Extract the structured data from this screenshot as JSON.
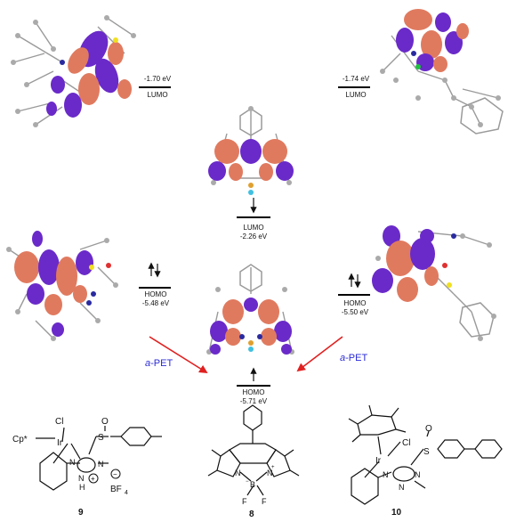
{
  "energy_levels": [
    {
      "id": "lumo-left",
      "value": "-1.70 eV",
      "label": "LUMO"
    },
    {
      "id": "lumo-right",
      "value": "-1.74 eV",
      "label": "LUMO"
    },
    {
      "id": "lumo-center",
      "value": "-2.26 eV",
      "label": "LUMO"
    },
    {
      "id": "homo-left",
      "value": "-5.48 eV",
      "label": "HOMO"
    },
    {
      "id": "homo-right",
      "value": "-5.50 eV",
      "label": "HOMO"
    },
    {
      "id": "homo-center",
      "value": "-5.71 eV",
      "label": "HOMO"
    }
  ],
  "pet_labels": {
    "prefix": "a",
    "suffix": "-PET"
  },
  "compounds": {
    "left": {
      "number": "9",
      "cp": "Cp*",
      "cl": "Cl",
      "ir": "Ir",
      "s": "S",
      "o": "O",
      "n1": "N",
      "n2": "N",
      "nh": "N",
      "h": "H",
      "plus": "+",
      "minus": "−",
      "counterion": "BF",
      "counterion_sub": "4"
    },
    "center": {
      "number": "8",
      "n1": "N",
      "n2": "N",
      "b": "B",
      "f1": "F",
      "f2": "F",
      "minus": "−",
      "plus": "+"
    },
    "right": {
      "number": "10",
      "cl": "Cl",
      "ir": "Ir",
      "s": "S",
      "o": "O",
      "n1": "N",
      "n2": "N",
      "n3": "N"
    }
  },
  "colors": {
    "lobe_purple": "#6a2ac9",
    "lobe_salmon": "#e07a5f",
    "arrow_red": "#e02020",
    "text_blue": "#2a2ad6"
  }
}
